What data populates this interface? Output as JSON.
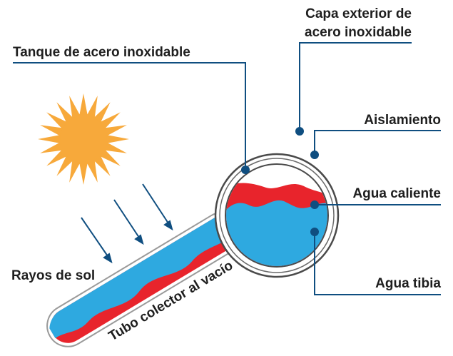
{
  "labels": {
    "capa_line1": "Capa exterior de",
    "capa_line2": "acero inoxidable",
    "tanque": "Tanque de acero inoxidable",
    "aislamiento": "Aislamiento",
    "agua_caliente": "Agua caliente",
    "rayos": "Rayos de sol",
    "agua_tibia": "Agua tibia",
    "tubo": "Tubo colector al vacío"
  },
  "colors": {
    "sun": "#f7a93b",
    "hot_water": "#e8242c",
    "warm_water": "#2ea9e0",
    "leader_line": "#0f4e80",
    "tank_outline": "#4a4a4a",
    "text": "#1e1e1e"
  }
}
